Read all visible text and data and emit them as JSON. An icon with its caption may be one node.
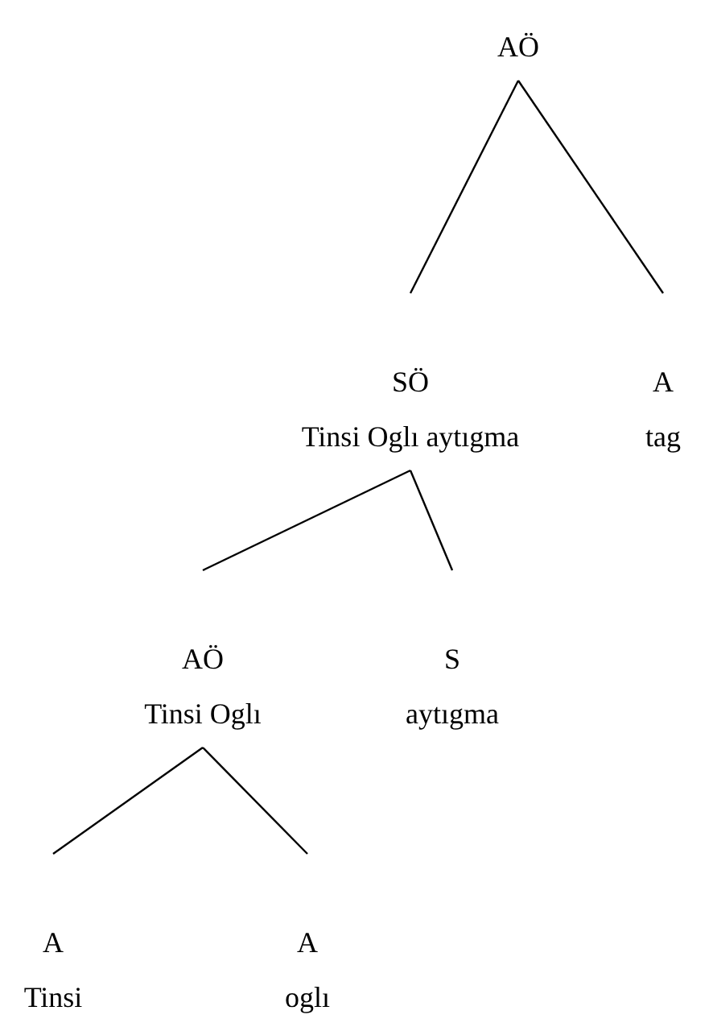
{
  "diagram": {
    "nodes": [
      {
        "text": [
          "AÖ"
        ]
      },
      {
        "text": [
          "SÖ",
          "Tinsi Oglı aytıgma"
        ]
      },
      {
        "text": [
          "A",
          "tag"
        ]
      },
      {
        "text": [
          "AÖ",
          "Tinsi Oglı"
        ]
      },
      {
        "text": [
          "S",
          "aytıgma"
        ]
      },
      {
        "text": [
          "A",
          "Tinsi"
        ]
      },
      {
        "text": [
          "A",
          "oglı"
        ]
      }
    ],
    "edges": [
      {
        "from": 0,
        "to": 1,
        "arrow": "none"
      },
      {
        "from": 0,
        "to": 2,
        "arrow": "none"
      },
      {
        "from": 1,
        "to": 3,
        "arrow": "none"
      },
      {
        "from": 1,
        "to": 4,
        "arrow": "none"
      },
      {
        "from": 3,
        "to": 5,
        "arrow": "none"
      },
      {
        "from": 3,
        "to": 6,
        "arrow": "none"
      }
    ]
  }
}
